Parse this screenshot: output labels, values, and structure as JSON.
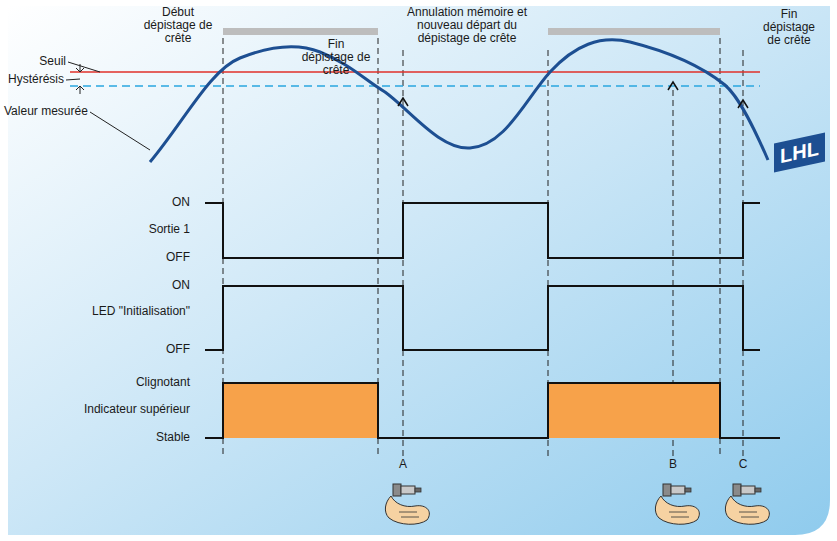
{
  "diagram": {
    "nodes": [
      {
        "text": [
          "LHL"
        ]
      }
    ],
    "labels": [
      "Début dépistage de crête",
      "Fin dépistage de crête",
      "Annulation mémoire et nouveau départ du dépistage de crête",
      "Fin dépistage de crête",
      "Seuil",
      "Hystérésis",
      "Valeur mesurée",
      "ON",
      "Sortie 1",
      "OFF",
      "ON",
      "LED \"Initialisation\"",
      "OFF",
      "Clignotant",
      "Indicateur supérieur",
      "Stable",
      "A",
      "B",
      "C"
    ]
  }
}
